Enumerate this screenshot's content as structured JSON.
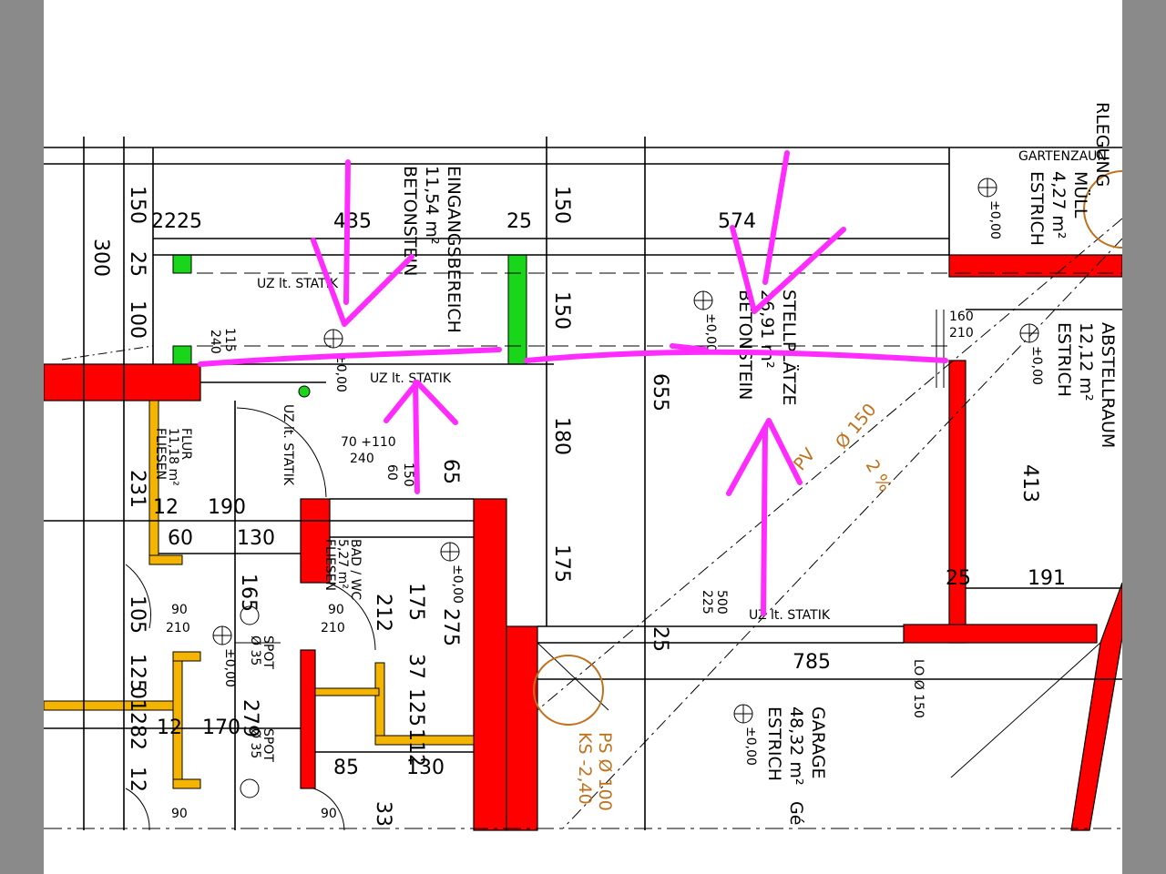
{
  "viewer": {
    "background": "#8a8a8a"
  },
  "rooms": {
    "eingang": {
      "name": "EINGANGSBEREICH",
      "area": "11,54 m²",
      "floor": "BETONSTEIN"
    },
    "stellplaetze": {
      "name": "STELLPLÄTZE",
      "area": "26,91 m²",
      "floor": "BETONSTEIN"
    },
    "abstellraum": {
      "name": "ABSTELLRAUM",
      "area": "12,12 m²",
      "floor": "ESTRICH"
    },
    "muell": {
      "name": "RLEGUNG",
      "name2": "MÜLL",
      "area": "4,27 m²",
      "floor": "ESTRICH"
    },
    "gartenzaun": {
      "name": "GARTENZAUN"
    },
    "flur": {
      "name": "FLUR",
      "area": "11,18 m²",
      "floor": "FLIESEN"
    },
    "bad": {
      "name": "BAD / WC",
      "area": "5,27 m²",
      "floor": "FLIESEN"
    },
    "garage": {
      "name": "GARAGE",
      "area": "48,32 m²",
      "floor": "ESTRICH",
      "extra": "Gé"
    }
  },
  "labels": {
    "uz_statik": "UZ  lt. STATIK",
    "spot1": "SPOT",
    "spot1_d": "Ø 35",
    "spot2": "SPOT",
    "spot2_d": "Ø 35",
    "level": "±0,00",
    "pv": "PV",
    "pipe": "Ø 150",
    "slope": "2 %",
    "ps": "PS Ø 100",
    "ks": "KS -2,40",
    "lo": "LO Ø 150"
  },
  "dimensions": {
    "d150a": "150",
    "d2225": "2225",
    "d435": "435",
    "d25a": "25",
    "d150b": "150",
    "d574": "574",
    "d300": "300",
    "d25b": "25",
    "d100": "100",
    "d150c": "150",
    "d655": "655",
    "d180": "180",
    "d175a": "175",
    "d413": "413",
    "d191": "191",
    "d25c": "25",
    "d785": "785",
    "d160": "160",
    "d210a": "210",
    "d231": "231",
    "d12a": "12",
    "d190": "190",
    "d60": "60",
    "d130a": "130",
    "d165": "165",
    "d212": "212",
    "d175b": "175",
    "d275": "275",
    "d65": "65",
    "d70_110": "70 +110",
    "d240a": "240",
    "d60b": "60",
    "d150d": "150",
    "d90a": "90",
    "d210b": "210",
    "d90b": "90",
    "d210c": "210",
    "d105": "105",
    "d125": "125",
    "d012": "012",
    "d82": "82",
    "d12b": "12",
    "d12c": "12",
    "d170": "170",
    "d279": "279",
    "d37": "37",
    "d125b": "125",
    "d112": "112",
    "d85": "85",
    "d130b": "130",
    "d90c": "90",
    "d90d": "90",
    "d33": "33",
    "d115": "115",
    "d240b": "240",
    "d25d": "25",
    "d500": "500",
    "d225": "225"
  },
  "colors": {
    "wall": "#ff0000",
    "column": "#1ad61a",
    "lightwall": "#f5b400",
    "marker": "#ff2bff",
    "pipe": "#c0711c"
  }
}
